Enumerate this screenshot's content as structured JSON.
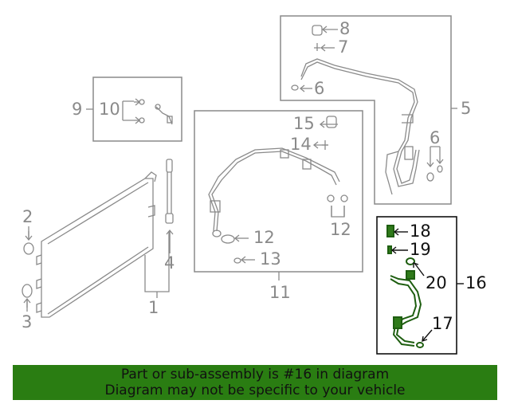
{
  "callouts": {
    "c1": "1",
    "c2": "2",
    "c3": "3",
    "c4": "4",
    "c5": "5",
    "c6a": "6",
    "c6b": "6",
    "c7": "7",
    "c8": "8",
    "c9": "9",
    "c10": "10",
    "c11": "11",
    "c12a": "12",
    "c12b": "12",
    "c13": "13",
    "c14": "14",
    "c15": "15",
    "c16": "16",
    "c17": "17",
    "c18": "18",
    "c19": "19",
    "c20": "20"
  },
  "highlight": {
    "part": "16",
    "color": "#1e5e10"
  },
  "banner": {
    "line1": "Part or sub-assembly is #16 in diagram",
    "line2": "Diagram may not be specific to your vehicle",
    "background": "#2a7d12"
  }
}
